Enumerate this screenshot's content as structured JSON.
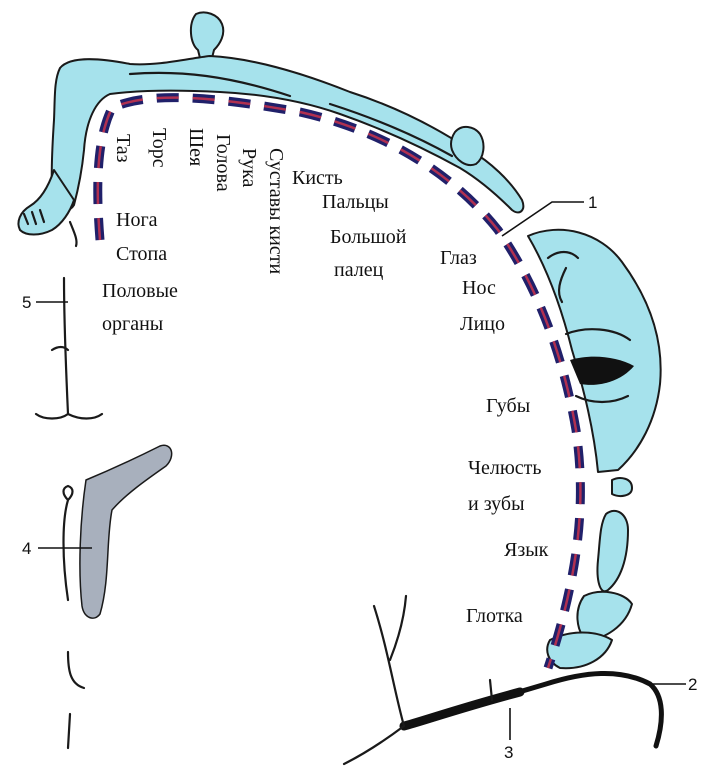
{
  "body_parts": {
    "vertical_left": [
      "Таз",
      "Торс",
      "Шея",
      "Голова",
      "Рука",
      "Суставы кисти"
    ],
    "horizontal": [
      "Кисть",
      "Пальцы",
      "Большой",
      "палец",
      "Нога",
      "Стопа",
      "Половые",
      "органы",
      "Глаз",
      "Нос",
      "Лицо",
      "Губы",
      "Челюсть",
      "и зубы",
      "Язык",
      "Глотка"
    ]
  },
  "callouts": [
    "1",
    "2",
    "3",
    "4",
    "5"
  ],
  "colors": {
    "skin": "#a6e2ec",
    "band_blue": "#20206a",
    "band_red": "#b03050",
    "vessel": "#111111",
    "grey_shape": "#a8b0bd"
  }
}
